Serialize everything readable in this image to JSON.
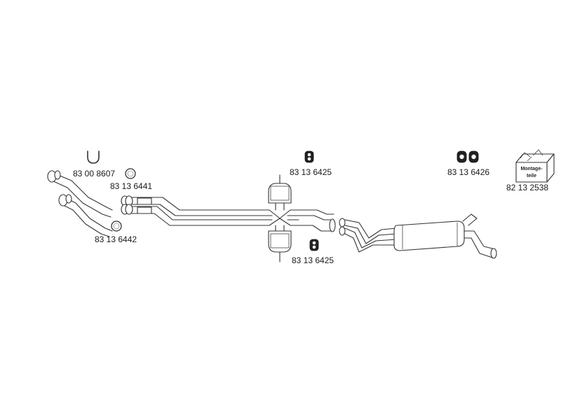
{
  "parts": {
    "u_bolt": "83 00 8607",
    "gasket_a": "83 13 6441",
    "gasket_b": "83 13 6442",
    "hanger_top": "83 13 6425",
    "hanger_bottom": "83 13 6425",
    "hanger_pair": "83 13 6426",
    "mounting_kit": "82 13 2538"
  },
  "mounting_kit_box_text": "Montage-\nteile"
}
